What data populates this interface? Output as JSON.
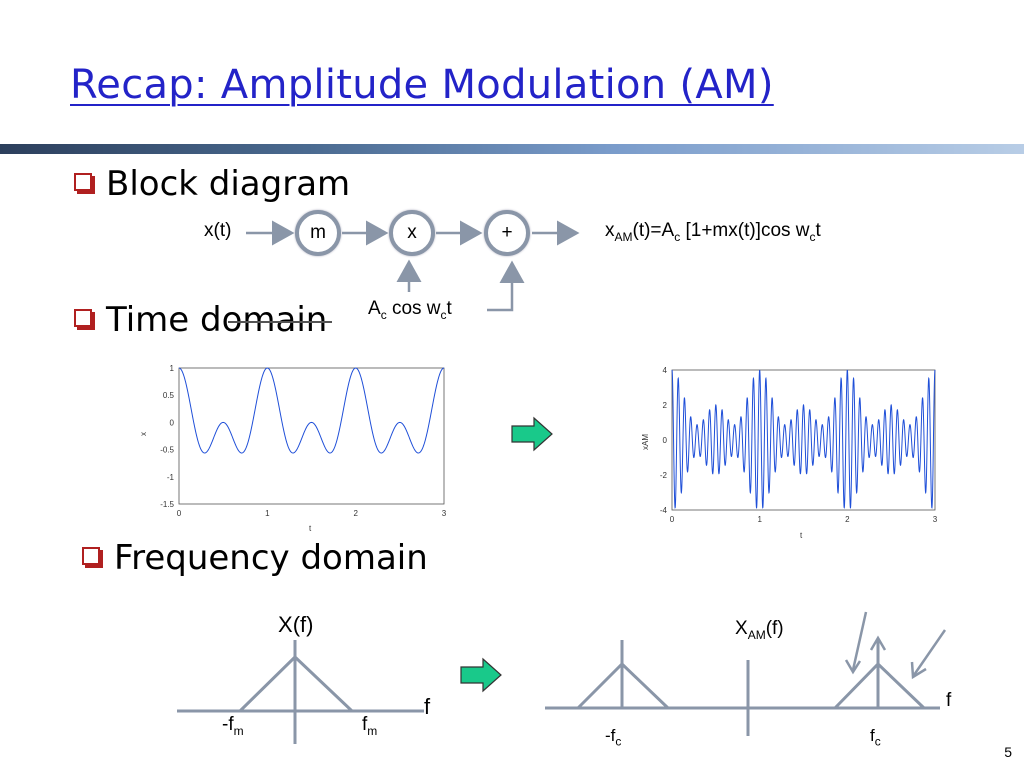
{
  "slide": {
    "title": "Recap: Amplitude Modulation (AM)",
    "page_number": "5",
    "bullets": [
      "Block diagram",
      "Time domain",
      "Frequency domain"
    ]
  },
  "block_diagram": {
    "input": "x(t)",
    "nodes": [
      "m",
      "x",
      "+"
    ],
    "carrier": {
      "A": "A",
      "A_sub": "c",
      "mid": " cos w",
      "w_sub": "c",
      "end": "t"
    },
    "output": {
      "x": "x",
      "x_sub": "AM",
      "rest1": "(t)=A",
      "a_sub": "c",
      "rest2": " [1+mx(t)]cos w",
      "w_sub": "c",
      "end": "t"
    }
  },
  "time_plots": {
    "left": {
      "y_ticks": [
        "1",
        "0.5",
        "0",
        "-0.5",
        "-1",
        "-1.5"
      ],
      "x_ticks": [
        "0",
        "1",
        "2",
        "3"
      ],
      "xlabel": "t",
      "ylabel": "x"
    },
    "right": {
      "y_ticks": [
        "4",
        "2",
        "0",
        "-2",
        "-4"
      ],
      "x_ticks": [
        "0",
        "1",
        "2",
        "3"
      ],
      "xlabel": "t",
      "ylabel": "xAM"
    }
  },
  "freq": {
    "left": {
      "X": "X",
      "X_rest": "(f)",
      "f_axis": "f",
      "neg": "-f",
      "neg_sub": "m",
      "pos": "f",
      "pos_sub": "m"
    },
    "right": {
      "X": "X",
      "X_sub": "AM",
      "X_rest": "(f)",
      "f_axis": "f",
      "neg": "-f",
      "neg_sub": "c",
      "pos": "f",
      "pos_sub": "c"
    }
  },
  "colors": {
    "title": "#2323c8",
    "arrow_fill": "#19c98a",
    "line": "#8a96a8",
    "wave": "#1f4fd8"
  }
}
